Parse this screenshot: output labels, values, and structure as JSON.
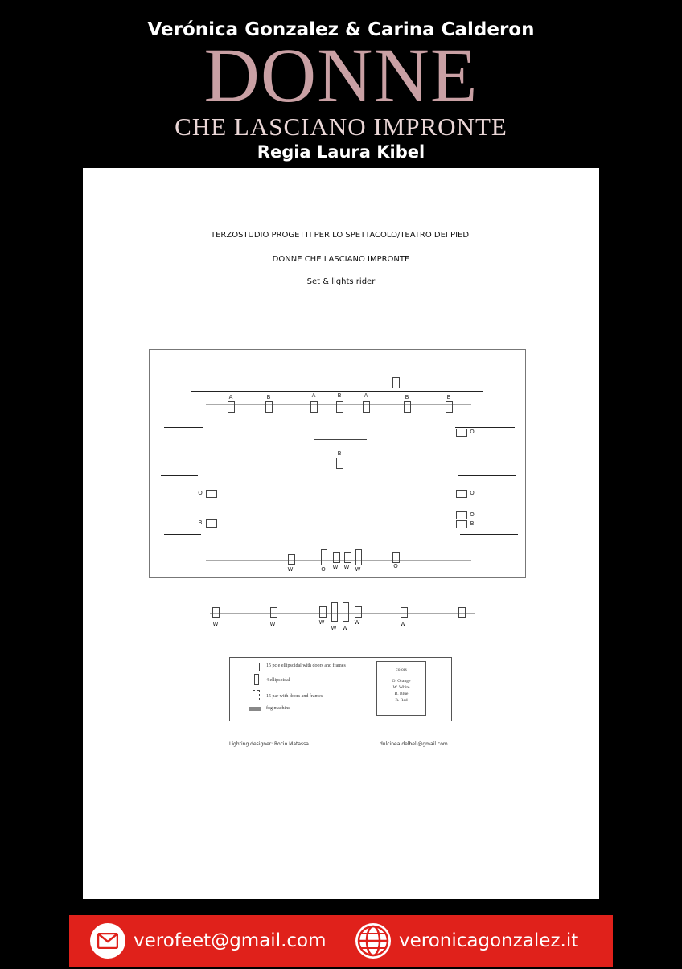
{
  "header": {
    "authors": "Verónica Gonzalez & Carina Calderon",
    "title": "DONNE",
    "subtitle": "CHE LASCIANO IMPRONTE",
    "director": "Regia Laura Kibel"
  },
  "document": {
    "line1": "TERZOSTUDIO PROGETTI PER LO SPETTACOLO/TEATRO DEI PIEDI",
    "line2": "DONNE CHE LASCIANO IMPRONTE",
    "line3": "Set & lights rider",
    "plan": {
      "top_row": [
        "A",
        "B",
        "A",
        "B",
        "A",
        "B",
        "B"
      ],
      "center_fixture": "B",
      "left_side": [
        "O",
        "B"
      ],
      "right_side": [
        "O",
        "O",
        "O",
        "B"
      ],
      "front_row": [
        "W",
        "O",
        "W",
        "W",
        "W",
        "O"
      ],
      "lower_row": [
        "W",
        "W",
        "W",
        "W",
        "W",
        "W",
        "W"
      ]
    },
    "legend": {
      "item1": "15 pc e ellipsoidal with doors and frames",
      "item2": "4 ellipsoidal",
      "item3": "15 par with doors and frames",
      "item4": "fog machine",
      "colors_title": "colors",
      "colors": [
        "O. Orange",
        "W. White",
        "B. Blue",
        "R. Red"
      ]
    },
    "credit_left": "Lighting designer: Rocio Matassa",
    "credit_right": "dulcinea.delbell@gmail.com"
  },
  "footer": {
    "email": "verofeet@gmail.com",
    "website": "veronicagonzalez.it"
  },
  "colors": {
    "background": "#000000",
    "title_pink": "#c9a0a4",
    "footer_red": "#e0211b"
  }
}
